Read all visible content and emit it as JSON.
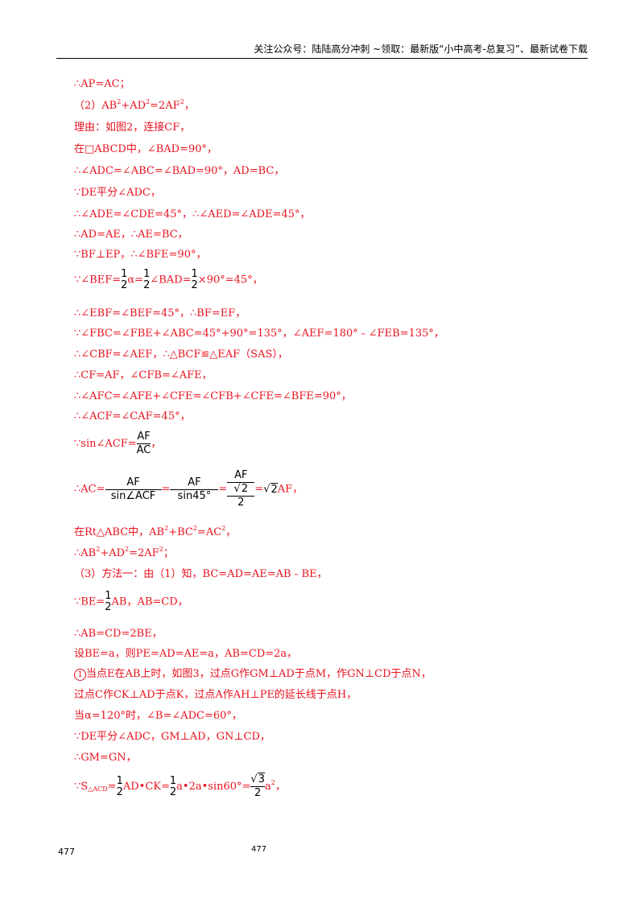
{
  "header": {
    "text": "关注公众号：陆陆高分冲刺  ~领取：最新版“小中高考-总复习”、最新试卷下载"
  },
  "lines": {
    "l1": "∴AP=AC；",
    "l2a": "（2）AB",
    "l2b": "+AD",
    "l2c": "=2AF",
    "l2d": "，",
    "l3": "理由：如图2，连接CF，",
    "l4": "在□ABCD中，∠BAD=90°，",
    "l5": "∴∠ADC=∠ABC=∠BAD=90°，AD=BC，",
    "l6": "∵DE平分∠ADC，",
    "l7": "∴∠ADE=∠CDE=45°，∴∠AED=∠ADE=45°，",
    "l8": "∴AD=AE，∴AE=BC，",
    "l9": "∵BF⊥EP，∴∠BFE=90°，",
    "l10a": "∵∠BEF=",
    "l10b": "α=",
    "l10c": "∠BAD=",
    "l10d": "×90°=45°，",
    "l11": "∴∠EBF=∠BEF=45°，∴BF=EF，",
    "l12": "∵∠FBC=∠FBE+∠ABC=45°+90°=135°，∠AEF=180°﹣∠FEB=135°，",
    "l13": "∴∠CBF=∠AEF，∴△BCF≌△EAF（SAS），",
    "l14": "∴CF=AF，∠CFB=∠AFE，",
    "l15": "∴∠AFC=∠AFE+∠CFE=∠CFB+∠CFE=∠BFE=90°，",
    "l16": "∴∠ACF=∠CAF=45°，",
    "l17a": "∵sin∠ACF=",
    "l17b": "，",
    "l18a": "∴AC=",
    "l18b": "=",
    "l18c": "=",
    "l18d": "=",
    "l18e": "AF，",
    "l19a": "在Rt△ABC中，AB",
    "l19b": "+BC",
    "l19c": "=AC",
    "l19d": "，",
    "l20a": "∴AB",
    "l20b": "+AD",
    "l20c": "=2AF",
    "l20d": "；",
    "l21": "（3）方法一：由（1）知，BC=AD=AE=AB﹣BE，",
    "l22a": "∵BE=",
    "l22b": "AB，AB=CD，",
    "l23": "∴AB=CD=2BE，",
    "l24": "设BE=a，则PE=AD=AE=a，AB=CD=2a，",
    "l25a": "1",
    "l25b": "当点E在AB上时，如图3，过点G作GM⊥AD于点M，作GN⊥CD于点N，",
    "l26": "过点C作CK⊥AD于点K，过点A作AH⊥PE的延长线于点H，",
    "l27": "当α=120°时，∠B=∠ADC=60°，",
    "l28": "∵DE平分∠ADC，GM⊥AD，GN⊥CD，",
    "l29": "∴GM=GN，",
    "l30a": "∵S",
    "l30b": "△ACD",
    "l30c": "=",
    "l30d": "AD•CK=",
    "l30e": "a•2a•sin60°=",
    "l30f": "a",
    "l30g": "，"
  },
  "math": {
    "sq": "2",
    "half_n": "1",
    "half_d": "2",
    "AF": "AF",
    "AC": "AC",
    "sinACF": "sin∠ACF",
    "sin45": "sin45°",
    "root": "√",
    "root2": "2",
    "root3": "3",
    "three": "3"
  },
  "footer": {
    "left": "477",
    "center": "477"
  }
}
